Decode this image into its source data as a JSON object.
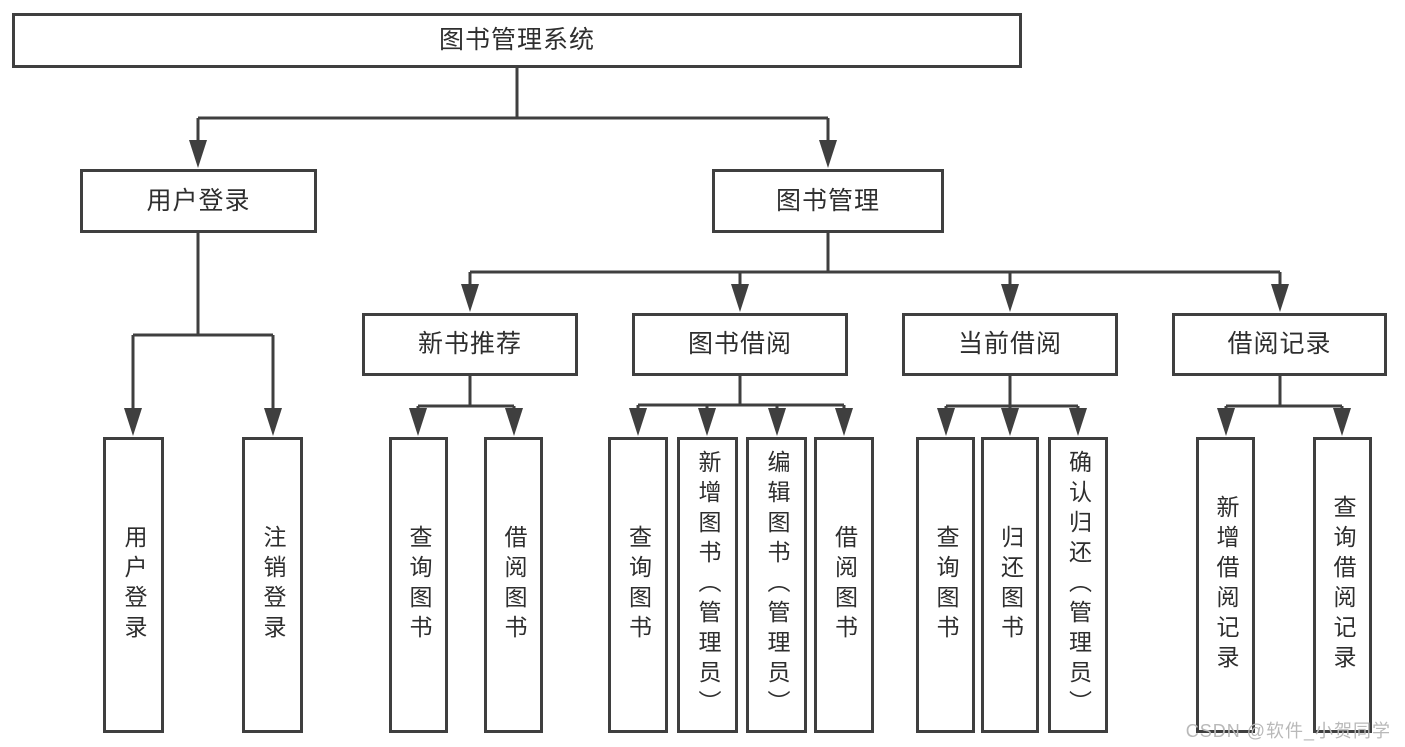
{
  "diagram": {
    "root": {
      "label": "图书管理系统"
    },
    "branches": {
      "user_login": {
        "label": "用户登录"
      },
      "book_mgmt": {
        "label": "图书管理"
      },
      "new_books": {
        "label": "新书推荐"
      },
      "book_borrow": {
        "label": "图书借阅"
      },
      "current_borrow": {
        "label": "当前借阅"
      },
      "borrow_records": {
        "label": "借阅记录"
      }
    },
    "leaves": {
      "login": {
        "label": "用户登录"
      },
      "logout": {
        "label": "注销登录"
      },
      "nb_query": {
        "label": "查询图书"
      },
      "nb_borrow": {
        "label": "借阅图书"
      },
      "bb_query": {
        "label": "查询图书"
      },
      "bb_add": {
        "label": "新增图书（管理员）"
      },
      "bb_edit": {
        "label": "编辑图书（管理员）"
      },
      "bb_borrow": {
        "label": "借阅图书"
      },
      "cb_query": {
        "label": "查询图书"
      },
      "cb_return": {
        "label": "归还图书"
      },
      "cb_confirm": {
        "label": "确认归还（管理员）"
      },
      "br_add": {
        "label": "新增借阅记录"
      },
      "br_query": {
        "label": "查询借阅记录"
      }
    },
    "watermark": "CSDN @软件_小贺同学",
    "line_color": "#3f3f3f"
  }
}
